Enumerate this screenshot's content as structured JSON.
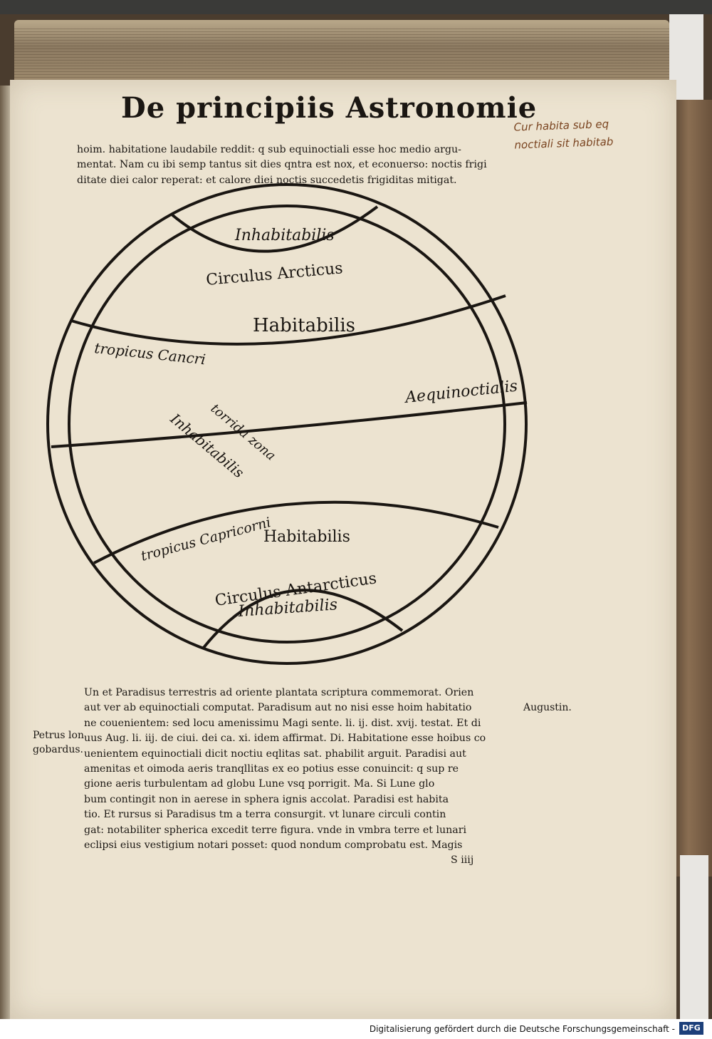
{
  "header": {
    "running_title": "De principiis Astronomie",
    "marginal_note_lines": [
      "Cur habita sub eq",
      "noctiali sit habitab"
    ]
  },
  "top_text": [
    "hoim. habitatione laudabile reddit: q sub equinoctiali esse hoc medio argu-",
    "mentat. Nam cu ibi semp tantus sit dies qntra est nox, et econuerso: noctis frigi",
    "ditate diei calor reperat: et calore diei noctis succedetis frigiditas mitigat."
  ],
  "diagram": {
    "labels": {
      "north_cap": "Inhabitabilis",
      "arctic_circle": "Circulus Arcticus",
      "north_temperate": "Habitabilis",
      "tropic_cancer": "tropicus Cancri",
      "equator": "Aequinoctialis",
      "torrid_zone": "torrida zona",
      "torrid_inhabitable": "Inhabitabilis",
      "tropic_capricorn": "tropicus Capricorni",
      "south_temperate": "Habitabilis",
      "antarctic_circle": "Circulus Antarcticus",
      "south_cap": "Inhabitabilis"
    }
  },
  "bottom_text": [
    "Un et Paradisus terrestris ad oriente plantata scriptura commemorat. Orien",
    "aut ver ab equinoctiali computat. Paradisum aut no nisi esse hoim habitatio",
    "ne couenientem: sed locu amenissimu Magi sente. li. ij. dist. xvij. testat. Et di",
    "uus Aug. li. iij. de ciui. dei ca. xi. idem affirmat. Di. Habitatione esse hoibus co",
    "uenientem equinoctiali dicit noctiu eqlitas sat. phabilit arguit. Paradisi aut",
    "amenitas et oimoda aeris tranqllitas ex eo potius esse conuincit: q sup re",
    "gione aeris turbulentam ad globu Lune vsq porrigit. Ma. Si Lune glo",
    "bum contingit non in aerese in sphera ignis accolat. Paradisi est habita",
    "tio. Et rursus si Paradisus tm a terra consurgit. vt lunare circuli contin",
    "gat: notabiliter spherica excedit terre figura. vnde in vmbra terre et lunari",
    "eclipsi eius vestigium notari posset: quod nondum comprobatu est. Magis"
  ],
  "signature_mark": "S iiij",
  "side_notes": {
    "left": [
      "Petrus lon",
      "gobardus."
    ],
    "right": "Augustin."
  },
  "footer": {
    "credit": "Digitalisierung gefördert durch die Deutsche Forschungsgemeinschaft -",
    "logo": "DFG"
  }
}
